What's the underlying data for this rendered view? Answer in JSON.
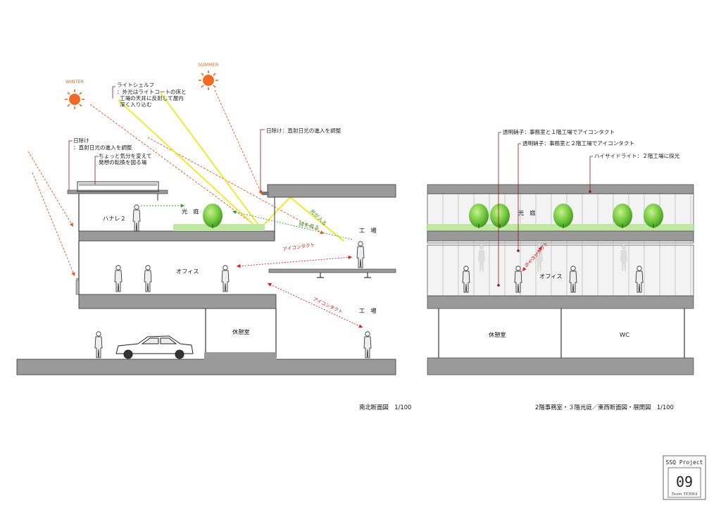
{
  "north_south_section": {
    "sun_winter": "WINTER",
    "sun_summer": "SUMMER",
    "light_shelf_title": "ライトシェルフ",
    "light_shelf_line1": "：外光はライトコートの床と",
    "light_shelf_line2": "工場の天井に反射して屋内",
    "light_shelf_line3": "深く入り込む",
    "eave_left_title": "日除け",
    "eave_left_desc": "：直射日光の進入を調整",
    "refresh_line1": "ちょっと気分を変えて",
    "refresh_line2": "発想の転換を図る場",
    "eave_right": "日除け：直射日光の進入を調整",
    "room_hanare2": "ハナレ２",
    "room_kotei": "光　庭",
    "room_factory_upper": "工　場",
    "room_office": "オフィス",
    "room_factory_lower": "工　場",
    "room_rest": "休憩室",
    "label_light_in": "光が入る",
    "label_see_green": "緑を見る",
    "label_eye_contact_1": "アイコンタクト",
    "label_eye_contact_2": "アイコンタクト",
    "caption": "南北断面図　1/100"
  },
  "east_west_section": {
    "note_glass_1": "透明硝子：事務室と１階工場でアイコンタクト",
    "note_glass_2": "透明硝子：事務室と２階工場でアイコンタクト",
    "note_highside": "ハイサイドライト：２階工場に採光",
    "room_kotei": "光　庭",
    "room_office": "オフィス",
    "room_rest": "休憩室",
    "room_wc": "WC",
    "label_eye_contact": "アイコンタクト",
    "caption": "2階事務室・３階光庭／東西断面図・展開図　1/100"
  },
  "title_block": {
    "project": "SSQ Project",
    "number": "09",
    "team": "Team TERRA"
  },
  "colors": {
    "sun": "#ef6a22",
    "annotation_line": "#8b1a1a",
    "light_ray": "#f2e61e",
    "red_arrow": "#e02020",
    "green_arrow": "#3da02a",
    "slab": "#9a9a9a",
    "tree": "#6cc63a",
    "lawn": "#bfe8a0"
  }
}
